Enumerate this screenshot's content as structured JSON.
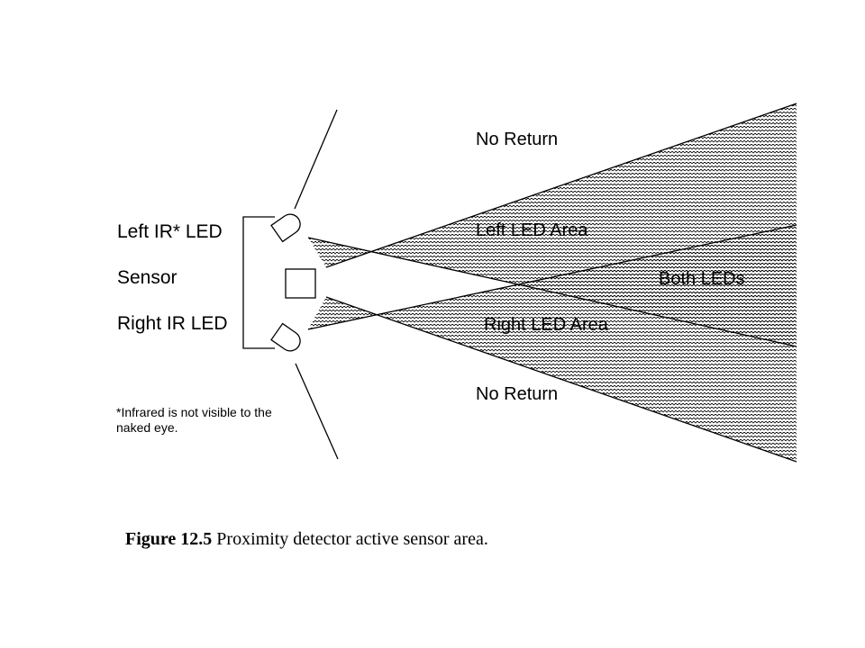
{
  "labels": {
    "left_ir_led": "Left IR* LED",
    "sensor": "Sensor",
    "right_ir_led": "Right IR LED",
    "no_return_top": "No Return",
    "left_led_area": "Left LED Area",
    "both_leds": "Both LEDs",
    "right_led_area": "Right LED Area",
    "no_return_bottom": "No Return"
  },
  "note": {
    "line1": "*Infrared is not visible to the",
    "line2": "naked eye."
  },
  "caption": {
    "number": "Figure 12.5",
    "text": " Proximity detector active sensor area."
  }
}
